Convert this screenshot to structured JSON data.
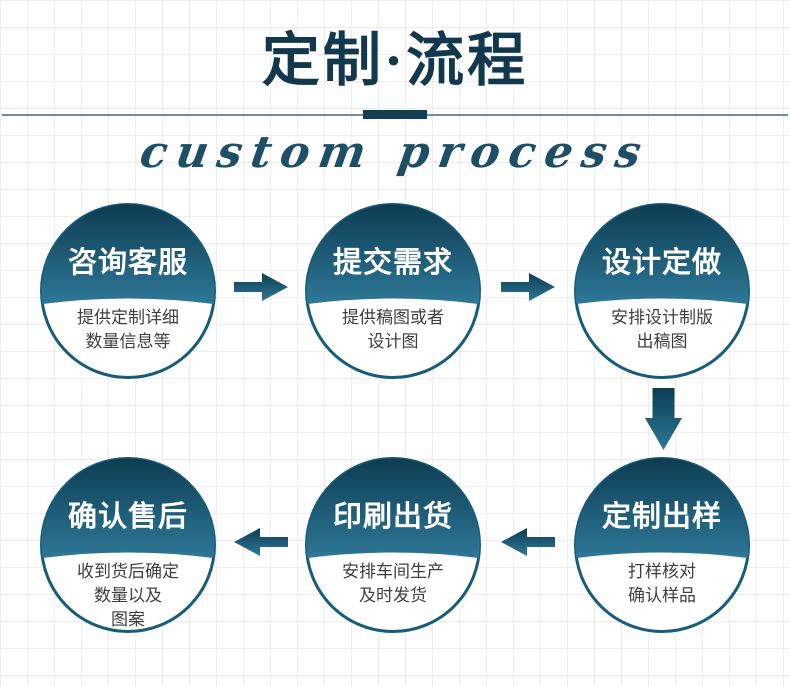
{
  "header": {
    "title": "定制·流程",
    "subtitle": "custom process"
  },
  "steps": [
    {
      "title": "咨询客服",
      "desc": "提供定制详细\n数量信息等"
    },
    {
      "title": "提交需求",
      "desc": "提供稿图或者\n设计图"
    },
    {
      "title": "设计定做",
      "desc": "安排设计制版\n出稿图"
    },
    {
      "title": "定制出样",
      "desc": "打样核对\n确认样品"
    },
    {
      "title": "印刷出货",
      "desc": "安排车间生产\n及时发货"
    },
    {
      "title": "确认售后",
      "desc": "收到货后确定\n数量以及\n图案"
    }
  ],
  "colors": {
    "gradient_top": "#0d3c52",
    "gradient_bottom": "#2e7897",
    "circle_border": "#155d7b",
    "title_text": "#12384d",
    "subtitle_text": "#1d4f66",
    "desc_text": "#3f3f3f",
    "divider_line": "#6f8ea0",
    "divider_bar": "#123d52"
  }
}
